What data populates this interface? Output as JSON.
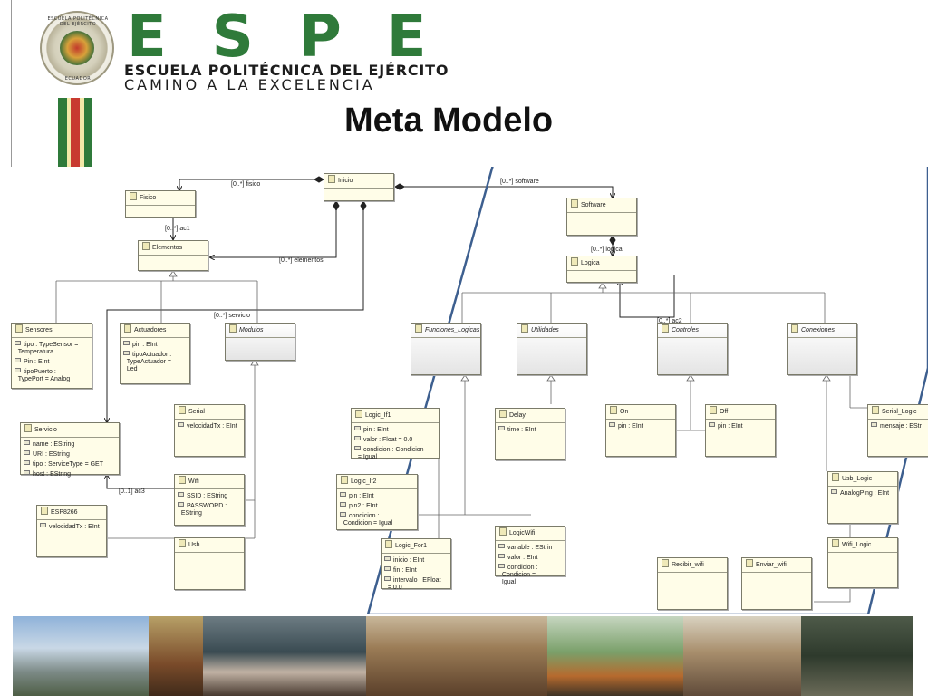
{
  "header": {
    "logo_text": "ESPE",
    "institution": "ESCUELA POLITÉCNICA DEL EJÉRCITO",
    "motto": "CAMINO A LA EXCELENCIA",
    "seal_text_top": "ESCUELA POLITÉCNICA DEL EJÉRCITO",
    "seal_text_bottom": "ECUADOR",
    "brand_color": "#2f7a3a"
  },
  "slide": {
    "title": "Meta Modelo"
  },
  "diagram": {
    "classes": {
      "inicio": {
        "name": "Inicio",
        "attrs": []
      },
      "fisico": {
        "name": "Fisico",
        "attrs": []
      },
      "elementos": {
        "name": "Elementos",
        "attrs": []
      },
      "software": {
        "name": "Software",
        "attrs": []
      },
      "logica": {
        "name": "Logica",
        "attrs": []
      },
      "sensores": {
        "name": "Sensores",
        "attrs": [
          "tipo : TypeSensor =\n  Temperatura",
          "Pin : EInt",
          "tipoPuerto :\n  TypePort = Analog"
        ]
      },
      "actuadores": {
        "name": "Actuadores",
        "attrs": [
          "pin : EInt",
          "tipoActuador :\n  TypeActuador =\n  Led"
        ]
      },
      "modulos": {
        "name": "Modulos",
        "attrs": []
      },
      "servicio": {
        "name": "Servicio",
        "attrs": [
          "name : EString",
          "URI : EString",
          "tipo : ServiceType = GET",
          "host : EString"
        ]
      },
      "serial": {
        "name": "Serial",
        "attrs": [
          "velocidadTx : EInt"
        ]
      },
      "wifi": {
        "name": "Wifi",
        "attrs": [
          "SSID : EString",
          "PASSWORD :\n  EString"
        ]
      },
      "usb": {
        "name": "Usb",
        "attrs": []
      },
      "esp8266": {
        "name": "ESP8266",
        "attrs": [
          "velocidadTx : EInt"
        ]
      },
      "funciones_logicas": {
        "name": "Funciones_Logicas",
        "attrs": []
      },
      "utilidades": {
        "name": "Utilidades",
        "attrs": []
      },
      "controles": {
        "name": "Controles",
        "attrs": []
      },
      "conexiones": {
        "name": "Conexiones",
        "attrs": []
      },
      "logic_if1": {
        "name": "Logic_If1",
        "attrs": [
          "pin : EInt",
          "valor : Float = 0.0",
          "condicion : Condicion\n  = Igual"
        ]
      },
      "logic_if2": {
        "name": "Logic_If2",
        "attrs": [
          "pin : EInt",
          "pin2 : EInt",
          "condicion :\n  Condicion = Igual"
        ]
      },
      "logic_for1": {
        "name": "Logic_For1",
        "attrs": [
          "inicio : EInt",
          "fin : EInt",
          "intervalo : EFloat\n  = 0.0"
        ]
      },
      "logicwifi": {
        "name": "LogicWifi",
        "attrs": [
          "variable : EStrin",
          "valor : EInt",
          "condicion :\n  Condicion =\n  Igual"
        ]
      },
      "delay": {
        "name": "Delay",
        "attrs": [
          "time : EInt"
        ]
      },
      "on": {
        "name": "On",
        "attrs": [
          "pin : EInt"
        ]
      },
      "off": {
        "name": "Off",
        "attrs": [
          "pin : EInt"
        ]
      },
      "serial_logic": {
        "name": "Serial_Logic",
        "attrs": [
          "mensaje : EStr"
        ]
      },
      "usb_logic": {
        "name": "Usb_Logic",
        "attrs": [
          "AnalogPing : EInt"
        ]
      },
      "wifi_logic": {
        "name": "Wifi_Logic",
        "attrs": []
      },
      "recibir_wifi": {
        "name": "Recibir_wifi",
        "attrs": []
      },
      "enviar_wifi": {
        "name": "Enviar_wifi",
        "attrs": []
      }
    },
    "relations": {
      "fisico": "[0..*] fisico",
      "software": "[0..*] software",
      "ac1": "[0..*] ac1",
      "elementos": "[0..*] elementos",
      "logica": "[0..*] logica",
      "servicio": "[0..*] servicio",
      "ac2": "[0..*] ac2",
      "ac3": "[0..1] ac3"
    },
    "highlight_color": "#3d5f8f"
  }
}
